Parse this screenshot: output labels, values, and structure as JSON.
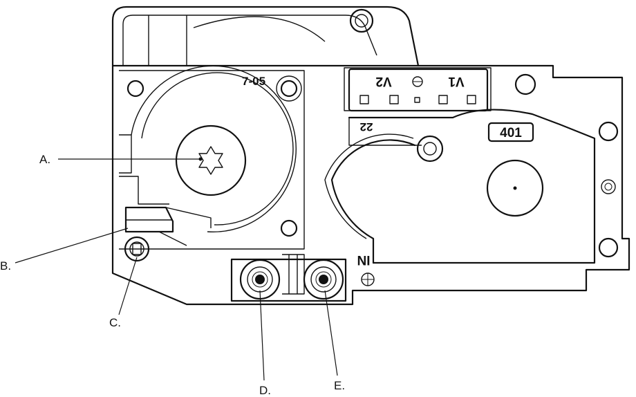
{
  "callouts": {
    "a": "A.",
    "b": "B.",
    "c": "C.",
    "d": "D.",
    "e": "E."
  },
  "markings": {
    "date_code": "7-05",
    "v2": "V2",
    "v1": "V1",
    "code_22": "22",
    "code_401": "401",
    "inlet": "IN"
  }
}
